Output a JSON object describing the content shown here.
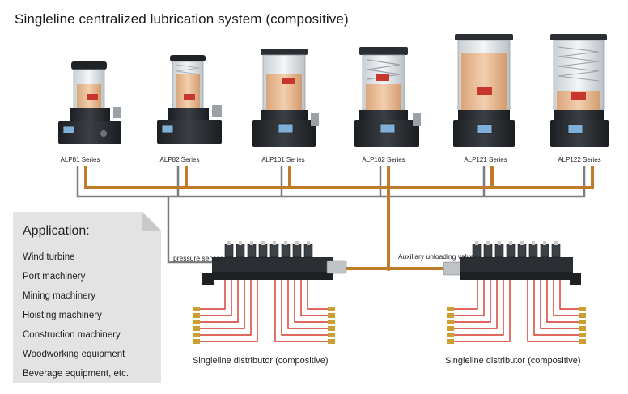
{
  "title": "Singleline centralized lubrication system (compositive)",
  "pumps": [
    {
      "label": "ALP81 Series"
    },
    {
      "label": "ALP82 Series"
    },
    {
      "label": "ALP101 Series"
    },
    {
      "label": "ALP102 Series"
    },
    {
      "label": "ALP121 Series"
    },
    {
      "label": "ALP122 Series"
    }
  ],
  "application": {
    "heading": "Application:",
    "items": [
      "Wind turbine",
      "Port machinery",
      "Mining machinery",
      "Hoisting machinery",
      "Construction machinery",
      "Woodworking equipment",
      "Beverage equipment, etc."
    ]
  },
  "labels": {
    "pressure_sensor": "pressure sensor",
    "unloading_valve": "Auxiliary unloading valve",
    "distributor_left": "Singleline distributor (compositive)",
    "distributor_right": "Singleline distributor (compositive)"
  },
  "colors": {
    "main_pipe": "#c07a2a",
    "grey_pipe": "#7d7d7d",
    "branch_pipe": "#d9342b",
    "grease": "#e9b98e",
    "pump_body": "#2b2f33"
  }
}
